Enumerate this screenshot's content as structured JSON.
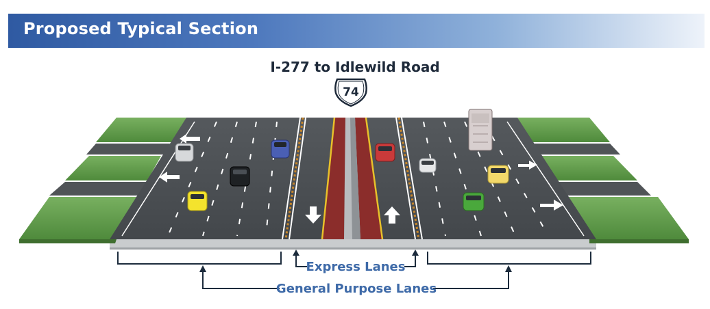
{
  "header": {
    "title": "Proposed Typical Section"
  },
  "route": {
    "segment": "I-277 to Idlewild Road",
    "shield_number": "74"
  },
  "labels": {
    "express": "Express Lanes",
    "general": "General Purpose Lanes"
  },
  "colors": {
    "header_blue": "#2f5aa2",
    "label_blue": "#3e6aa8",
    "pavement": "#4b4f53",
    "express_lane": "#8b2d2b",
    "grass": "#5d9a4a",
    "bracket": "#1c2b3c"
  },
  "icons": [
    "us-route-shield-icon",
    "down-arrow-icon",
    "up-arrow-icon",
    "left-turn-arrow-icon",
    "right-turn-arrow-icon"
  ]
}
